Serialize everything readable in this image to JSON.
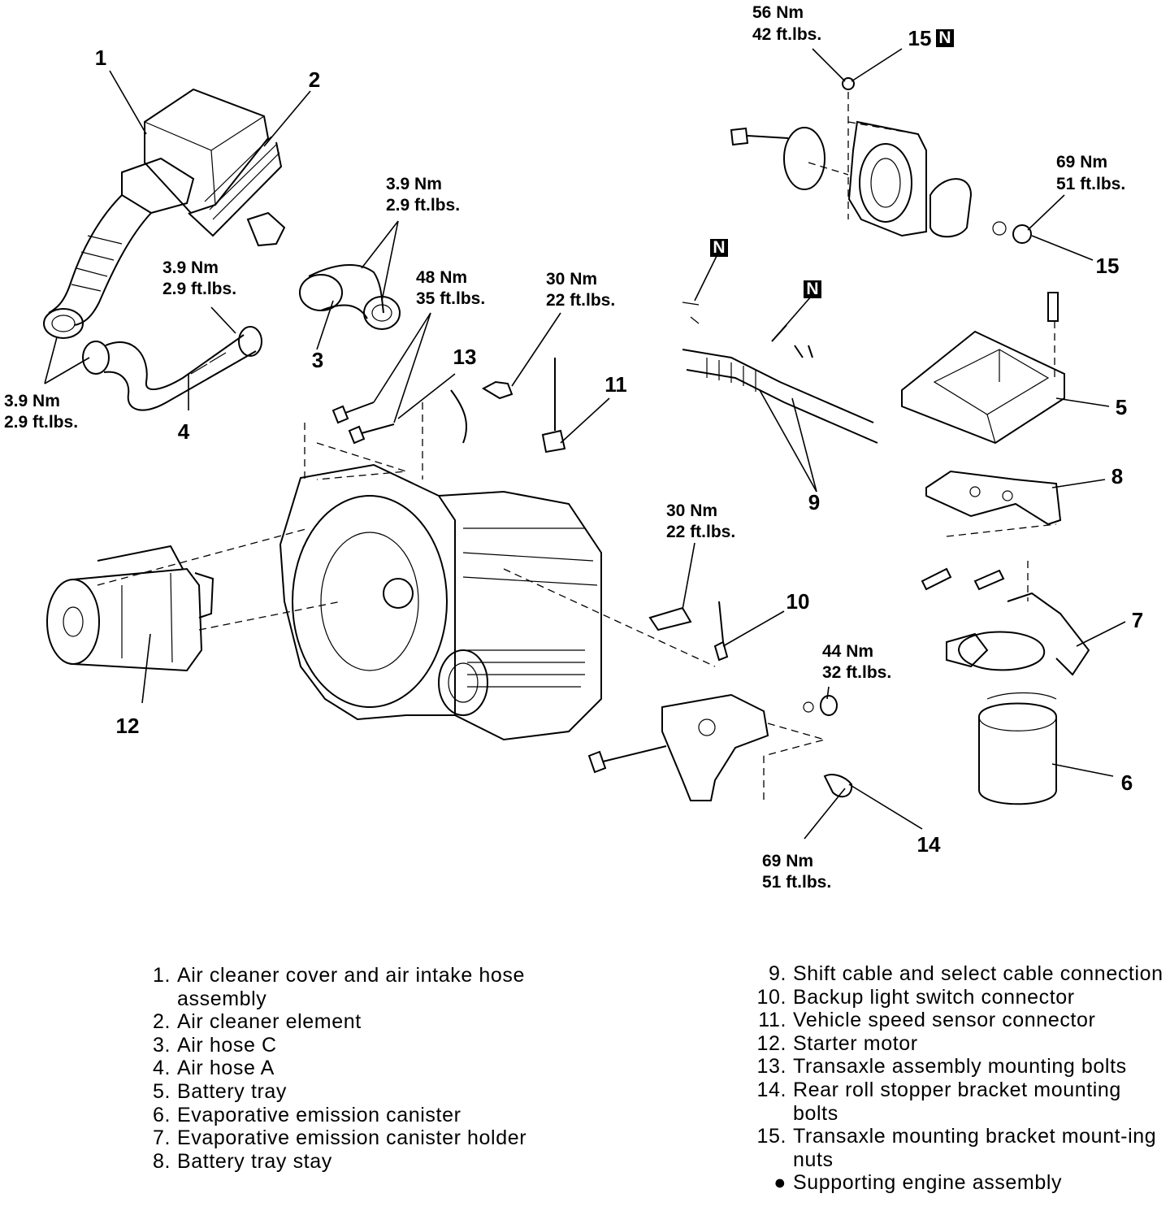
{
  "callouts": {
    "c1": "1",
    "c2": "2",
    "c3": "3",
    "c4": "4",
    "c5": "5",
    "c6": "6",
    "c7": "7",
    "c8": "8",
    "c9": "9",
    "c10": "10",
    "c11": "11",
    "c12": "12",
    "c13": "13",
    "c14": "14",
    "c15a": "15",
    "c15b": "15",
    "n_badge": "N"
  },
  "torques": {
    "t_56": [
      "56 Nm",
      "42 ft.lbs."
    ],
    "t_69_top": [
      "69 Nm",
      "51 ft.lbs."
    ],
    "t_39_hose3": [
      "3.9 Nm",
      "2.9 ft.lbs."
    ],
    "t_39_hose4": [
      "3.9 Nm",
      "2.9 ft.lbs."
    ],
    "t_39_left": [
      "3.9 Nm",
      "2.9 ft.lbs."
    ],
    "t_48": [
      "48 Nm",
      "35 ft.lbs."
    ],
    "t_30_top": [
      "30 Nm",
      "22 ft.lbs."
    ],
    "t_30_mid": [
      "30 Nm",
      "22 ft.lbs."
    ],
    "t_44": [
      "44 Nm",
      "32 ft.lbs."
    ],
    "t_69_bottom": [
      "69 Nm",
      "51 ft.lbs."
    ]
  },
  "legend_left": [
    {
      "num": "1.",
      "text": "Air cleaner cover and air intake hose assembly"
    },
    {
      "num": "2.",
      "text": "Air cleaner element"
    },
    {
      "num": "3.",
      "text": "Air hose C"
    },
    {
      "num": "4.",
      "text": "Air hose A"
    },
    {
      "num": "5.",
      "text": "Battery tray"
    },
    {
      "num": "6.",
      "text": "Evaporative emission canister"
    },
    {
      "num": "7.",
      "text": "Evaporative emission canister holder"
    },
    {
      "num": "8.",
      "text": "Battery tray stay"
    }
  ],
  "legend_right": [
    {
      "num": "9.",
      "text": "Shift cable and select cable connection"
    },
    {
      "num": "10.",
      "text": "Backup light switch connector"
    },
    {
      "num": "11.",
      "text": "Vehicle speed sensor connector"
    },
    {
      "num": "12.",
      "text": "Starter motor"
    },
    {
      "num": "13.",
      "text": "Transaxle assembly mounting bolts"
    },
    {
      "num": "14.",
      "text": "Rear roll stopper bracket mounting bolts"
    },
    {
      "num": "15.",
      "text": "Transaxle mounting bracket mount-ing nuts"
    },
    {
      "num": "●",
      "text": "Supporting engine assembly"
    }
  ]
}
